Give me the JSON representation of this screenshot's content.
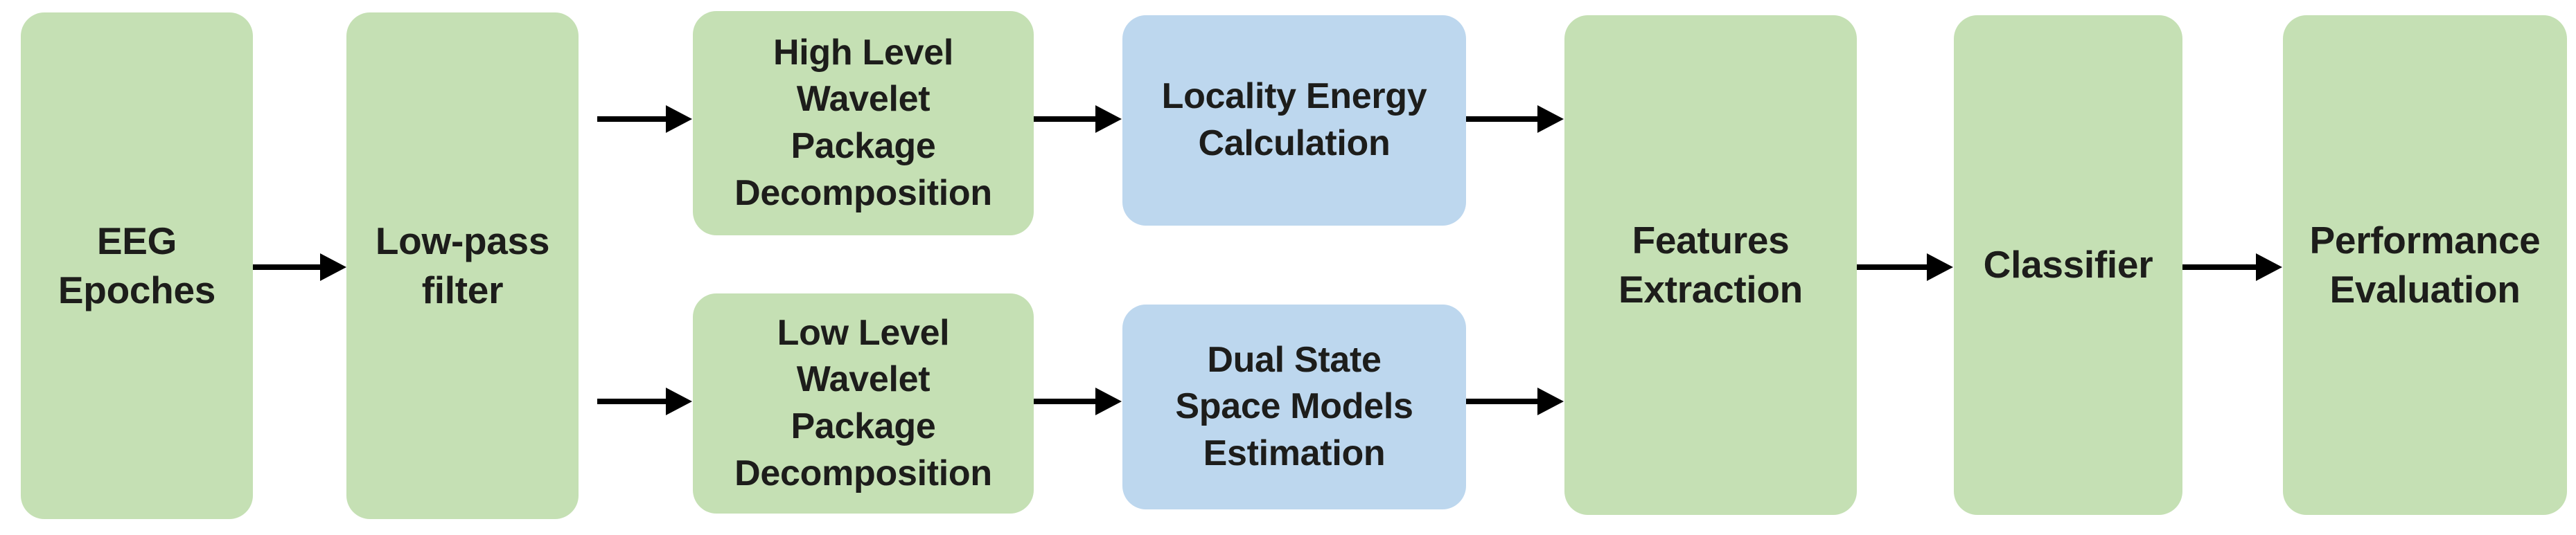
{
  "diagram": {
    "title": "EEG signal processing pipeline flowchart",
    "colors": {
      "green_node": "#c5e0b4",
      "blue_node": "#bdd7ee",
      "text": "#1d1d1b",
      "arrow": "#000000",
      "background": "#ffffff"
    },
    "nodes": [
      {
        "id": "eeg-epoches",
        "label": "EEG\nEpoches",
        "color": "green"
      },
      {
        "id": "low-pass-filter",
        "label": "Low-pass\nfilter",
        "color": "green"
      },
      {
        "id": "high-level-wpd",
        "label": "High Level\nWavelet\nPackage\nDecomposition",
        "color": "green"
      },
      {
        "id": "low-level-wpd",
        "label": "Low Level\nWavelet\nPackage\nDecomposition",
        "color": "green"
      },
      {
        "id": "locality-energy",
        "label": "Locality Energy\nCalculation",
        "color": "blue"
      },
      {
        "id": "dual-state-space",
        "label": "Dual State\nSpace Models\nEstimation",
        "color": "blue"
      },
      {
        "id": "features-extraction",
        "label": "Features\nExtraction",
        "color": "green"
      },
      {
        "id": "classifier",
        "label": "Classifier",
        "color": "green"
      },
      {
        "id": "performance-eval",
        "label": "Performance\nEvaluation",
        "color": "green"
      }
    ],
    "edges": [
      {
        "id": "edge-eeg-to-filter",
        "from": "eeg-epoches",
        "to": "low-pass-filter"
      },
      {
        "id": "edge-filter-to-high-wpd",
        "from": "low-pass-filter",
        "to": "high-level-wpd"
      },
      {
        "id": "edge-filter-to-low-wpd",
        "from": "low-pass-filter",
        "to": "low-level-wpd"
      },
      {
        "id": "edge-high-wpd-to-locality",
        "from": "high-level-wpd",
        "to": "locality-energy"
      },
      {
        "id": "edge-low-wpd-to-dual-state",
        "from": "low-level-wpd",
        "to": "dual-state-space"
      },
      {
        "id": "edge-locality-to-features",
        "from": "locality-energy",
        "to": "features-extraction"
      },
      {
        "id": "edge-dual-state-to-features",
        "from": "dual-state-space",
        "to": "features-extraction"
      },
      {
        "id": "edge-features-to-classifier",
        "from": "features-extraction",
        "to": "classifier"
      },
      {
        "id": "edge-classifier-to-performance",
        "from": "classifier",
        "to": "performance-eval"
      }
    ]
  }
}
